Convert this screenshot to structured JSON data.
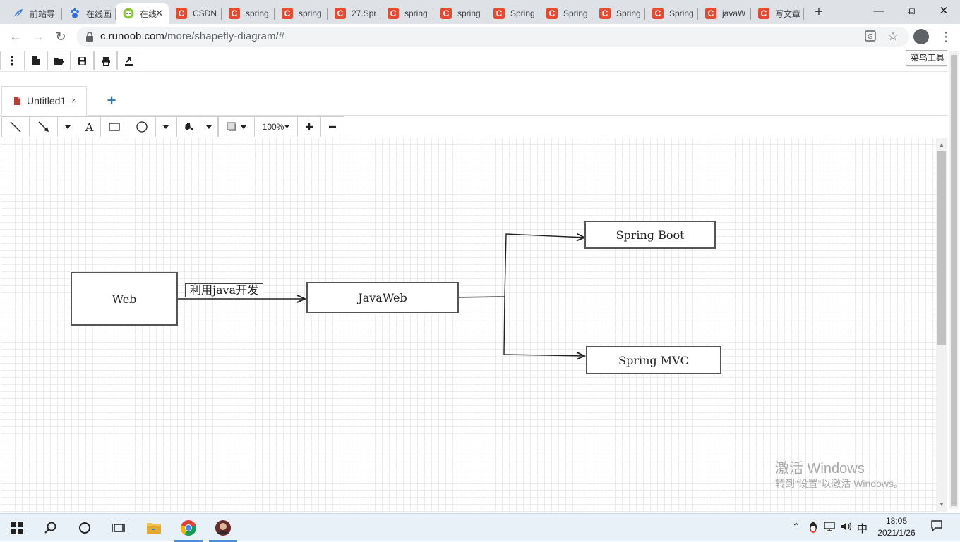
{
  "browser": {
    "tabs": [
      {
        "title": "前站导",
        "icon": "feather-icon"
      },
      {
        "title": "在线画",
        "icon": "baidu-paw-icon"
      },
      {
        "title": "在线",
        "icon": "runoob-icon",
        "active": true
      },
      {
        "title": "CSDN",
        "icon": "csdn-icon"
      },
      {
        "title": "spring",
        "icon": "csdn-icon"
      },
      {
        "title": "spring",
        "icon": "csdn-icon"
      },
      {
        "title": "27.Spr",
        "icon": "csdn-icon"
      },
      {
        "title": "spring",
        "icon": "csdn-icon"
      },
      {
        "title": "spring",
        "icon": "csdn-icon"
      },
      {
        "title": "Spring",
        "icon": "csdn-icon"
      },
      {
        "title": "Spring",
        "icon": "csdn-icon"
      },
      {
        "title": "Spring",
        "icon": "csdn-icon"
      },
      {
        "title": "Spring",
        "icon": "csdn-icon"
      },
      {
        "title": "javaW",
        "icon": "csdn-icon"
      },
      {
        "title": "写文章",
        "icon": "csdn-icon"
      }
    ],
    "url_host": "c.runoob.com",
    "url_path": "/more/shapefly-diagram/#",
    "favicon_letter": "C"
  },
  "toolbar": {
    "tooltip": "菜鸟工具"
  },
  "document": {
    "tab_title": "Untitled1",
    "tab_close": "×",
    "add_tab": "+"
  },
  "draw_toolbar": {
    "text_tool": "A",
    "zoom": "100%"
  },
  "diagram": {
    "nodes": [
      {
        "id": "web",
        "label": "Web"
      },
      {
        "id": "javaweb",
        "label": "JavaWeb"
      },
      {
        "id": "springboot",
        "label": "Spring Boot"
      },
      {
        "id": "springmvc",
        "label": "Spring MVC"
      }
    ],
    "edge_label": "利用java开发",
    "stroke_color": "#222222"
  },
  "watermark": {
    "line1": "激活 Windows",
    "line2": "转到“设置”以激活 Windows。"
  },
  "taskbar": {
    "ime": "中",
    "time": "18:05",
    "date": "2021/1/26"
  }
}
